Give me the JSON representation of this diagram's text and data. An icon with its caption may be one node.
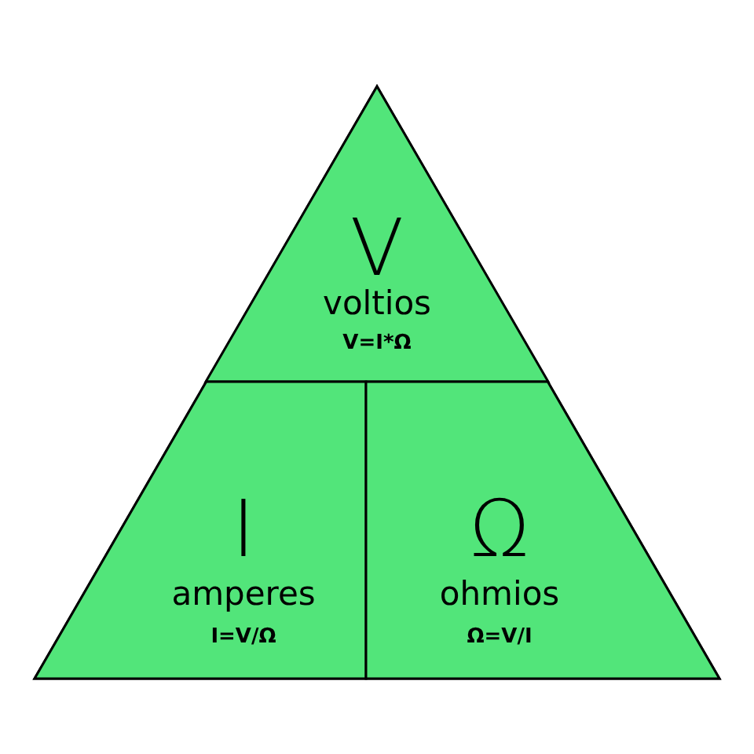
{
  "diagram": {
    "nodes": [
      {
        "text": [],
        "shape": "triangle"
      },
      {
        "text": [
          "V",
          "voltios",
          "V=I*Ω"
        ],
        "in": 0
      },
      {
        "text": [
          "I",
          "amperes",
          "I=V/Ω"
        ],
        "in": 0
      },
      {
        "text": [
          "Ω",
          "ohmios",
          "Ω=V/I"
        ],
        "in": 0
      }
    ]
  }
}
